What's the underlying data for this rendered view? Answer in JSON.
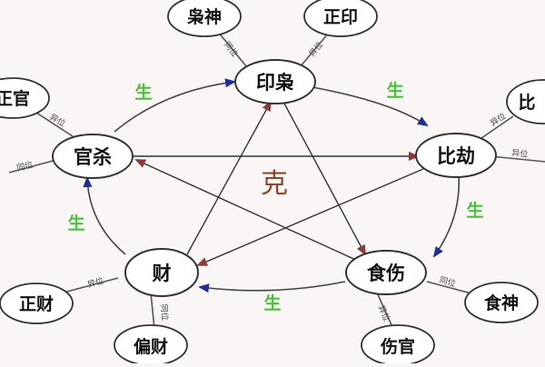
{
  "diagram": {
    "center_label": "克",
    "colors": {
      "generate_text": "#4cbf3c",
      "center_text": "#8a4a2c",
      "arrow_blue": "#1f2f8f",
      "arrow_red": "#8a3a3a"
    },
    "nodes": {
      "yinxiao": "印枭",
      "bijie": "比劫",
      "shishang": "食伤",
      "cai": "财",
      "guansha": "官杀"
    },
    "generate_labels": [
      "生",
      "生",
      "生",
      "生",
      "生"
    ],
    "satellites": {
      "xiaoshen": "枭神",
      "zhengyin": "正印",
      "zhengguan": "正官",
      "bijian": "比",
      "shishen": "食神",
      "shangguan": "伤官",
      "piancai": "偏财",
      "zhengcai": "正财"
    },
    "small_labels": {
      "xiaoshen_link": "同位",
      "zhengyin_link": "异位",
      "zhengguan_link": "异位",
      "guansha_left_link": "同位",
      "bijian_upper_link": "异位",
      "bijian_lower_link": "异位",
      "shishen_link": "同位",
      "shangguan_link": "异位",
      "piancai_link": "同位",
      "zhengcai_link": "异位"
    }
  }
}
